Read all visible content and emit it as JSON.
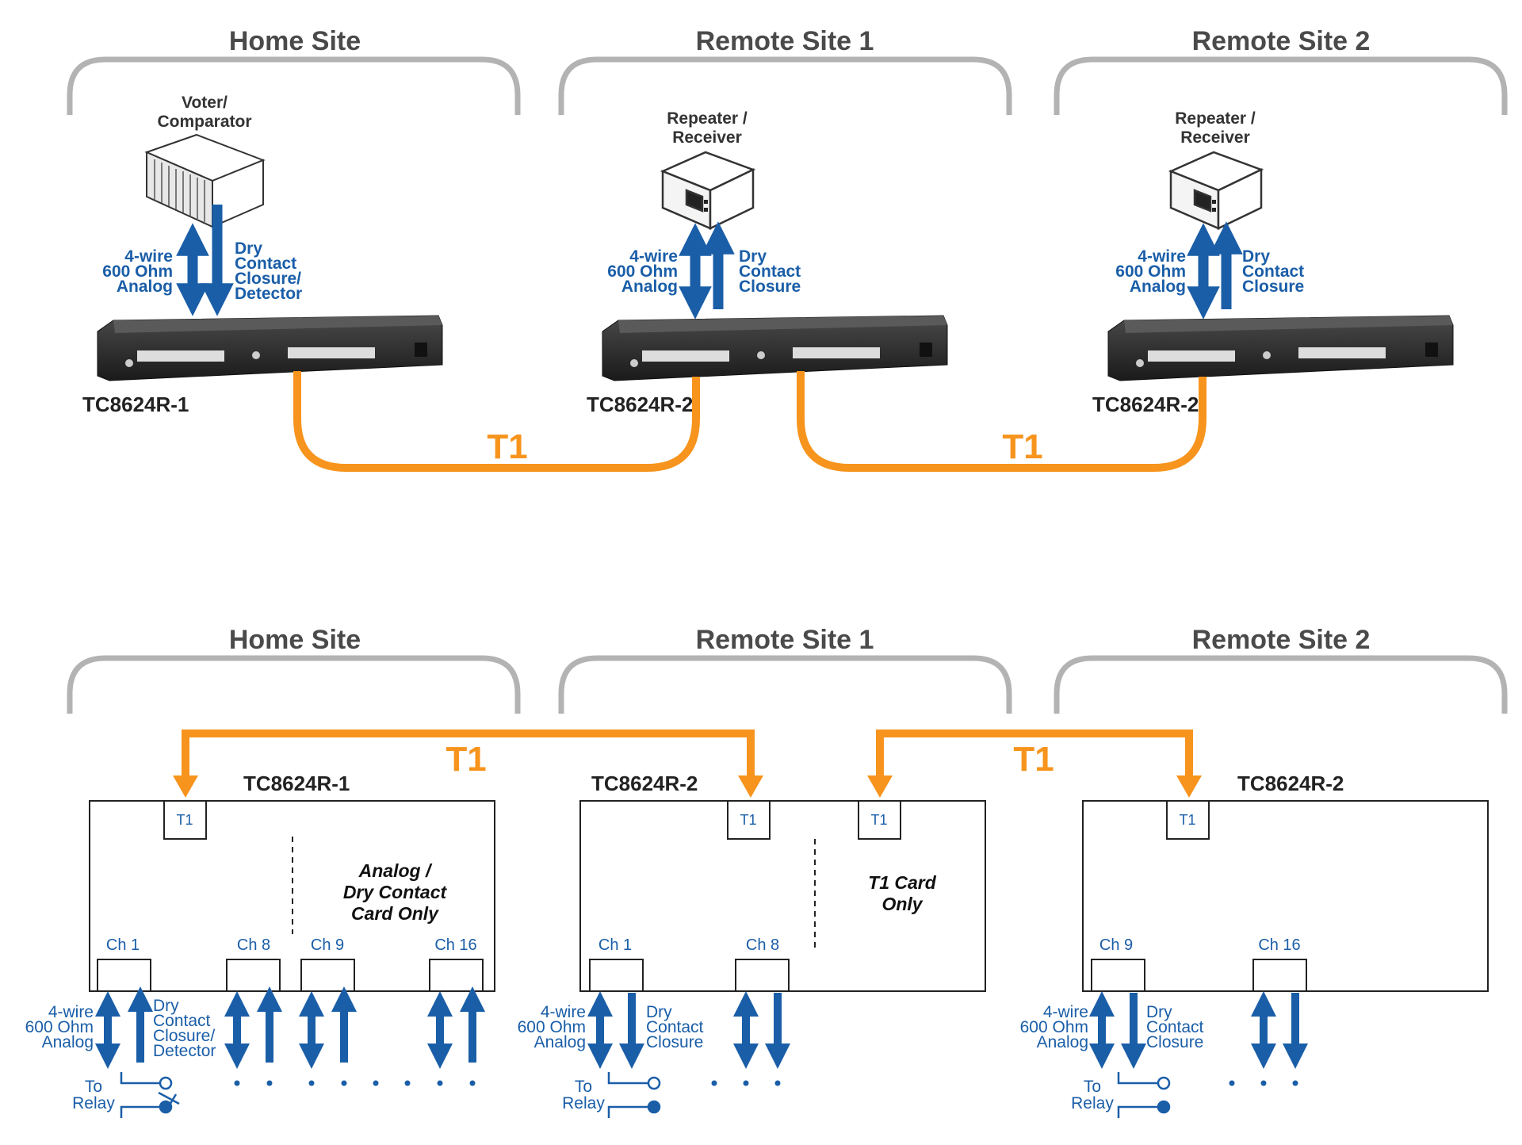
{
  "top": {
    "sites": [
      "Home Site",
      "Remote Site 1",
      "Remote Site 2"
    ],
    "home_device": [
      "Voter/",
      "Comparator"
    ],
    "remote_device": [
      "Repeater /",
      "Receiver"
    ],
    "link_left": [
      "4-wire",
      "600 Ohm",
      "Analog"
    ],
    "link_home_right": [
      "Dry",
      "Contact",
      "Closure/",
      "Detector"
    ],
    "link_remote_right": [
      "Dry",
      "Contact",
      "Closure"
    ],
    "unit_labels": [
      "TC8624R-1",
      "TC8624R-2",
      "TC8624R-2"
    ],
    "t1_label": "T1"
  },
  "bottom": {
    "sites": [
      "Home Site",
      "Remote Site 1",
      "Remote Site 2"
    ],
    "unit_labels": [
      "TC8624R-1",
      "TC8624R-2",
      "TC8624R-2"
    ],
    "t1_label": "T1",
    "port_label": "T1",
    "home_note": [
      "Analog /",
      "Dry Contact",
      "Card Only"
    ],
    "remote1_note": [
      "T1 Card",
      "Only"
    ],
    "home_channels": [
      "Ch 1",
      "Ch 8",
      "Ch 9",
      "Ch 16"
    ],
    "remote1_channels": [
      "Ch 1",
      "Ch 8"
    ],
    "remote2_channels": [
      "Ch 9",
      "Ch 16"
    ],
    "link_left": [
      "4-wire",
      "600 Ohm",
      "Analog"
    ],
    "link_home_right": [
      "Dry",
      "Contact",
      "Closure/",
      "Detector"
    ],
    "link_remote_right": [
      "Dry",
      "Contact",
      "Closure"
    ],
    "relay": [
      "To",
      "Relay"
    ]
  },
  "colors": {
    "blue": "#1a5ea8",
    "orange": "#f7941d",
    "bracket_gray": "#b3b3b3"
  }
}
